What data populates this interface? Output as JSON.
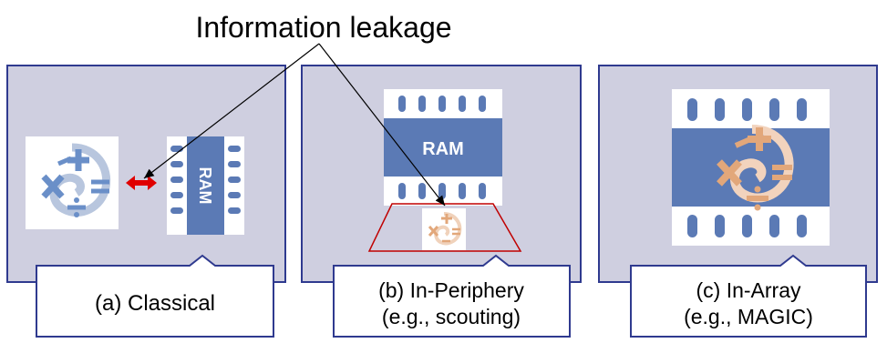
{
  "title": "Information leakage",
  "panels": [
    {
      "caption_line1": "(a) Classical",
      "caption_line2": "",
      "chip_label": "RAM"
    },
    {
      "caption_line1": "(b) In-Periphery",
      "caption_line2": "(e.g., scouting)",
      "chip_label": "RAM"
    },
    {
      "caption_line1": "(c) In-Array",
      "caption_line2": "(e.g., MAGIC)",
      "chip_label": ""
    }
  ],
  "colors": {
    "panel_fill": "#cfcfe0",
    "panel_stroke": "#2f3a8f",
    "chip_blue": "#5b7ab5",
    "arrow_red": "#e00000",
    "periphery_outline": "#c00000",
    "logo_blue": "#6a8fc8",
    "logo_orange": "#e2a77a"
  },
  "icons": [
    "math-symbols-logo-blue",
    "math-symbols-logo-orange",
    "ram-chip-icon"
  ]
}
